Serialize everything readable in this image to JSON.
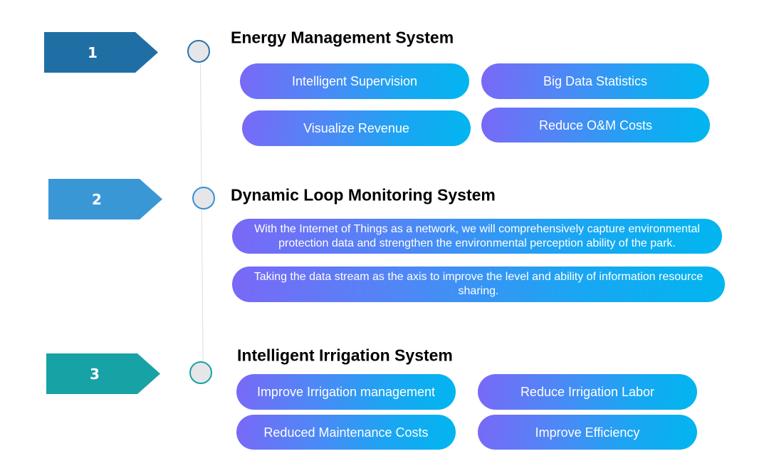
{
  "sections": [
    {
      "number": "1",
      "title": "Energy Management System",
      "color": "#1f6fa5",
      "items": [
        "Intelligent Supervision",
        "Big Data Statistics",
        "Visualize Revenue",
        "Reduce O&M Costs"
      ]
    },
    {
      "number": "2",
      "title": "Dynamic Loop Monitoring System",
      "color": "#3a97d6",
      "items": [
        "With the Internet of Things as a network, we will comprehensively capture environmental protection data and strengthen the environmental perception ability of the park.",
        "Taking the data stream as the axis to improve the level and ability of information resource sharing."
      ]
    },
    {
      "number": "3",
      "title": "Intelligent Irrigation System",
      "color": "#17a2a6",
      "items": [
        "Improve Irrigation management",
        "Reduce Irrigation Labor",
        "Reduced Maintenance Costs",
        "Improve Efficiency"
      ]
    }
  ]
}
